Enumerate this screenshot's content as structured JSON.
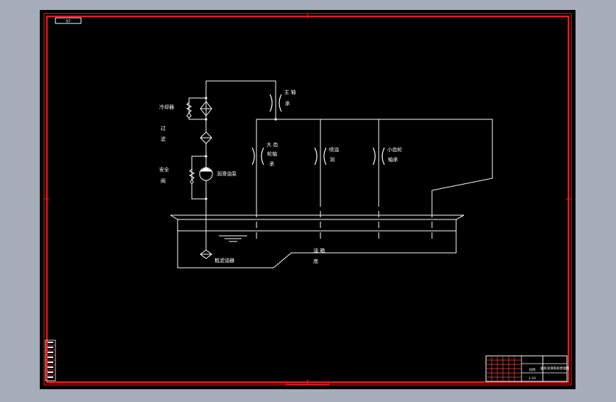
{
  "sheet": {
    "corner_tag": "97"
  },
  "labels": {
    "cooler": "冷却器",
    "filter_1": "过",
    "filter_2": "滤",
    "relief_1": "安全",
    "relief_2": "阀",
    "pump": "润滑油泵",
    "main_1": "主 轴",
    "main_2": "承",
    "l1_1": "大 齿",
    "l1_2": "轮轴",
    "l1_3": "承",
    "l2_1": "喷油",
    "l2_2": "润",
    "l3_1": "小齿轮",
    "l3_2": "轴承",
    "tank_1": "油 箱",
    "tank_2": "底",
    "strainer": "粗滤油器"
  },
  "title_block": {
    "drawing_title": "磨机润滑系统原理图",
    "scale": "1:10",
    "rev_label": "比例"
  },
  "colors": {
    "frame": "#ff0000",
    "line": "#ffffff",
    "sheet": "#000000",
    "background": "#a5adb8"
  }
}
